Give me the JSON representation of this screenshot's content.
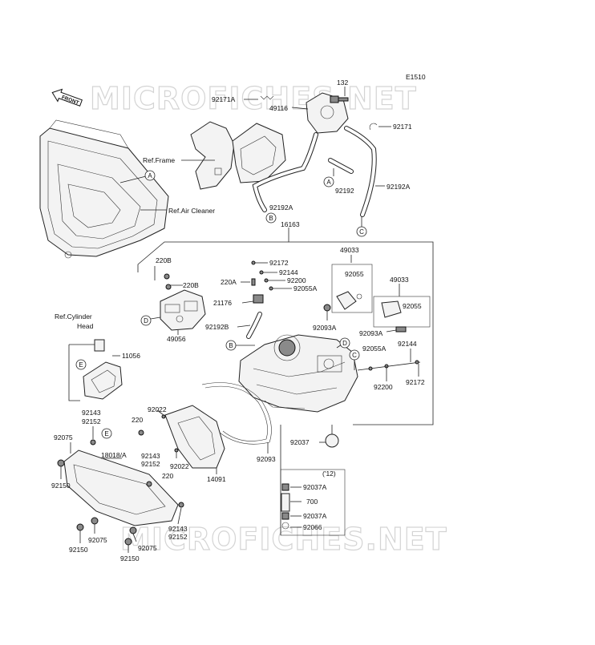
{
  "diagram_code": "E1510",
  "front_label": "FRONT",
  "watermark": "MICROFICHES.NET",
  "ref_labels": {
    "frame": "Ref.Frame",
    "air_cleaner": "Ref.Air Cleaner",
    "cylinder_head_line1": "Ref.Cylinder",
    "cylinder_head_line2": "Head"
  },
  "year_note": "('12)",
  "circle_refs": [
    "A",
    "B",
    "C",
    "D",
    "E"
  ],
  "part_numbers": {
    "p132": "132",
    "p92171A": "92171A",
    "p49116": "49116",
    "p92171": "92171",
    "p92192A_top": "92192A",
    "p92192": "92192",
    "p92192A_mid": "92192A",
    "p16163": "16163",
    "p220B_a": "220B",
    "p92172_a": "92172",
    "p49033_a": "49033",
    "p92144_a": "92144",
    "p220A": "220A",
    "p92200_a": "92200",
    "p92055_a": "92055",
    "p220B_b": "220B",
    "p92055A_a": "92055A",
    "p49033_b": "49033",
    "p21176": "21176",
    "p92055_b": "92055",
    "p92093A_a": "92093A",
    "p92192B": "92192B",
    "p92093A_b": "92093A",
    "p49056": "49056",
    "p11056": "11056",
    "p92055A_b": "92055A",
    "p92144_b": "92144",
    "p92200_b": "92200",
    "p92172_b": "92172",
    "p92022_a": "92022",
    "p92143_a": "92143",
    "p92152_a": "92152",
    "p220_a": "220",
    "p92075_a": "92075",
    "p92037": "92037",
    "p92093": "92093",
    "p18018A": "18018/A",
    "p92143_b": "92143",
    "p92152_b": "92152",
    "p92022_b": "92022",
    "p220_b": "220",
    "p92150_a": "92150",
    "p14091": "14091",
    "p92037A_a": "92037A",
    "p700": "700",
    "p92037A_b": "92037A",
    "p92066": "92066",
    "p92143_c": "92143",
    "p92152_c": "92152",
    "p92075_b": "92075",
    "p92075_c": "92075",
    "p92150_b": "92150",
    "p92150_c": "92150"
  }
}
